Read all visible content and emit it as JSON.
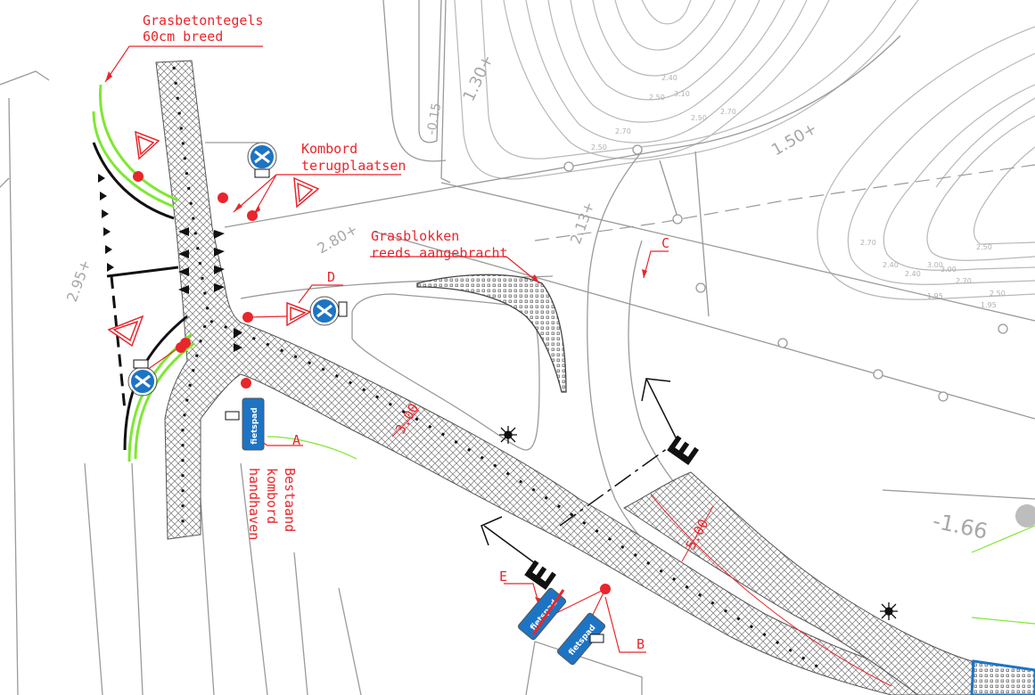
{
  "labels": {
    "grasbeton_1": "Grasbetontegels",
    "grasbeton_2": "60cm breed",
    "kombord_1": "Kombord",
    "kombord_2": "terugplaatsen",
    "grasblokken_1": "Grasblokken",
    "grasblokken_2": "reeds aangebracht",
    "bestaand_1": "Bestaand",
    "bestaand_2": "kombord",
    "bestaand_3": "handhaven",
    "marker_a": "A",
    "marker_b": "B",
    "marker_c": "C",
    "marker_d": "D",
    "marker_e": "E"
  },
  "sections": {
    "left": "E",
    "right": "E"
  },
  "dimensions": {
    "width_300": "3.00",
    "width_500": "5.00"
  },
  "elevations": {
    "e1": "2.95+",
    "e2": "2.80+",
    "e3": "2.13+",
    "e4": "1.30+",
    "e5": "1.50+",
    "e6": "-0.15",
    "e7": "-1.66"
  },
  "contour_values": [
    "2.50",
    "2.70",
    "2.50",
    "3.10",
    "2.40",
    "2.50",
    "2.70",
    "3.00",
    "2.40",
    "2.70",
    "1.95",
    "2.50",
    "2.70",
    "2.40",
    "2.50",
    "1.95",
    "3.00"
  ],
  "signs": {
    "fietspad": "fietspad"
  },
  "colors": {
    "annotation": "#e8262c",
    "road_line": "#9a9a9a",
    "contour": "#b8b8b8",
    "grass": "#7ee832",
    "sign_blue": "#1d74c4"
  }
}
